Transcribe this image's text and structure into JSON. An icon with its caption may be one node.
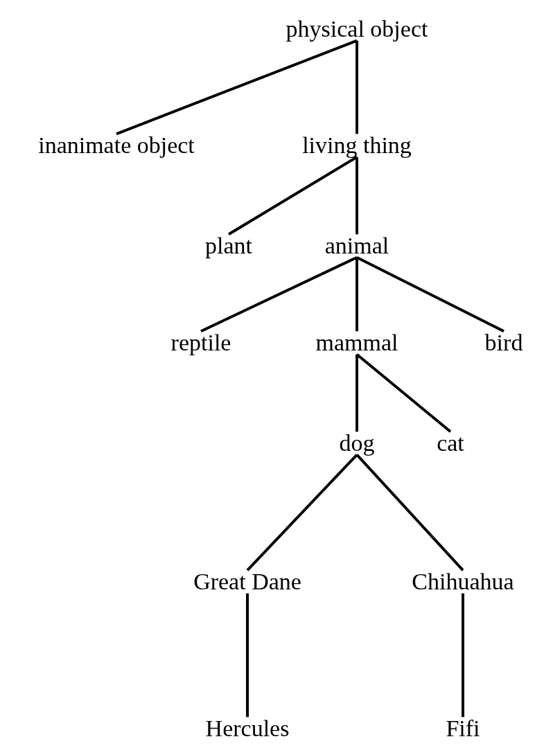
{
  "diagram": {
    "nodes": [
      {
        "text": [
          "physical object"
        ]
      },
      {
        "text": [
          "inanimate object"
        ]
      },
      {
        "text": [
          "living thing"
        ]
      },
      {
        "text": [
          "plant"
        ]
      },
      {
        "text": [
          "animal"
        ]
      },
      {
        "text": [
          "reptile"
        ]
      },
      {
        "text": [
          "mammal"
        ]
      },
      {
        "text": [
          "bird"
        ]
      },
      {
        "text": [
          "dog"
        ]
      },
      {
        "text": [
          "cat"
        ]
      },
      {
        "text": [
          "Great Dane"
        ]
      },
      {
        "text": [
          "Chihuahua"
        ]
      },
      {
        "text": [
          "Hercules"
        ]
      },
      {
        "text": [
          "Fifi"
        ]
      }
    ],
    "edges": [
      {
        "from": 0,
        "to": 1,
        "arrow": "none"
      },
      {
        "from": 0,
        "to": 2,
        "arrow": "none"
      },
      {
        "from": 2,
        "to": 3,
        "arrow": "none"
      },
      {
        "from": 2,
        "to": 4,
        "arrow": "none"
      },
      {
        "from": 4,
        "to": 5,
        "arrow": "none"
      },
      {
        "from": 4,
        "to": 6,
        "arrow": "none"
      },
      {
        "from": 4,
        "to": 7,
        "arrow": "none"
      },
      {
        "from": 6,
        "to": 8,
        "arrow": "none"
      },
      {
        "from": 6,
        "to": 9,
        "arrow": "none"
      },
      {
        "from": 8,
        "to": 10,
        "arrow": "none"
      },
      {
        "from": 8,
        "to": 11,
        "arrow": "none"
      },
      {
        "from": 10,
        "to": 12,
        "arrow": "none"
      },
      {
        "from": 11,
        "to": 13,
        "arrow": "none"
      }
    ]
  }
}
